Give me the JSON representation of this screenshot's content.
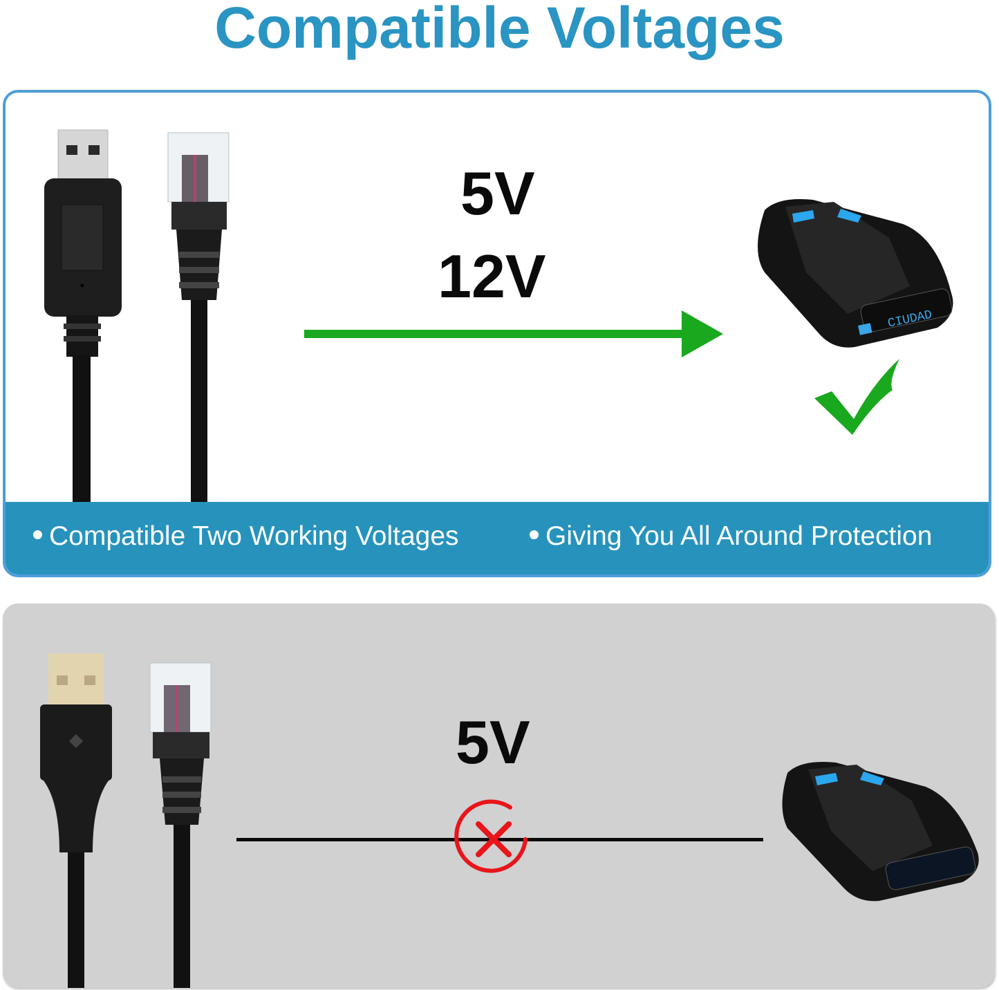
{
  "title": "Compatible Voltages",
  "top_panel": {
    "voltages": [
      "5V",
      "12V"
    ],
    "status": "compatible",
    "arrow_color": "#1aa81f",
    "check_color": "#1aa81f",
    "device_display_text": "CIUDAD",
    "banner": {
      "color": "#2793bd",
      "bullets": [
        "Compatible Two Working Voltages",
        "Giving You All Around Protection"
      ]
    }
  },
  "bottom_panel": {
    "voltages": [
      "5V"
    ],
    "status": "incompatible",
    "cross_color": "#e8151b"
  },
  "colors": {
    "title": "#2a94c2",
    "panel_border": "#4d9edb",
    "bottom_bg": "#d1d1d1"
  }
}
